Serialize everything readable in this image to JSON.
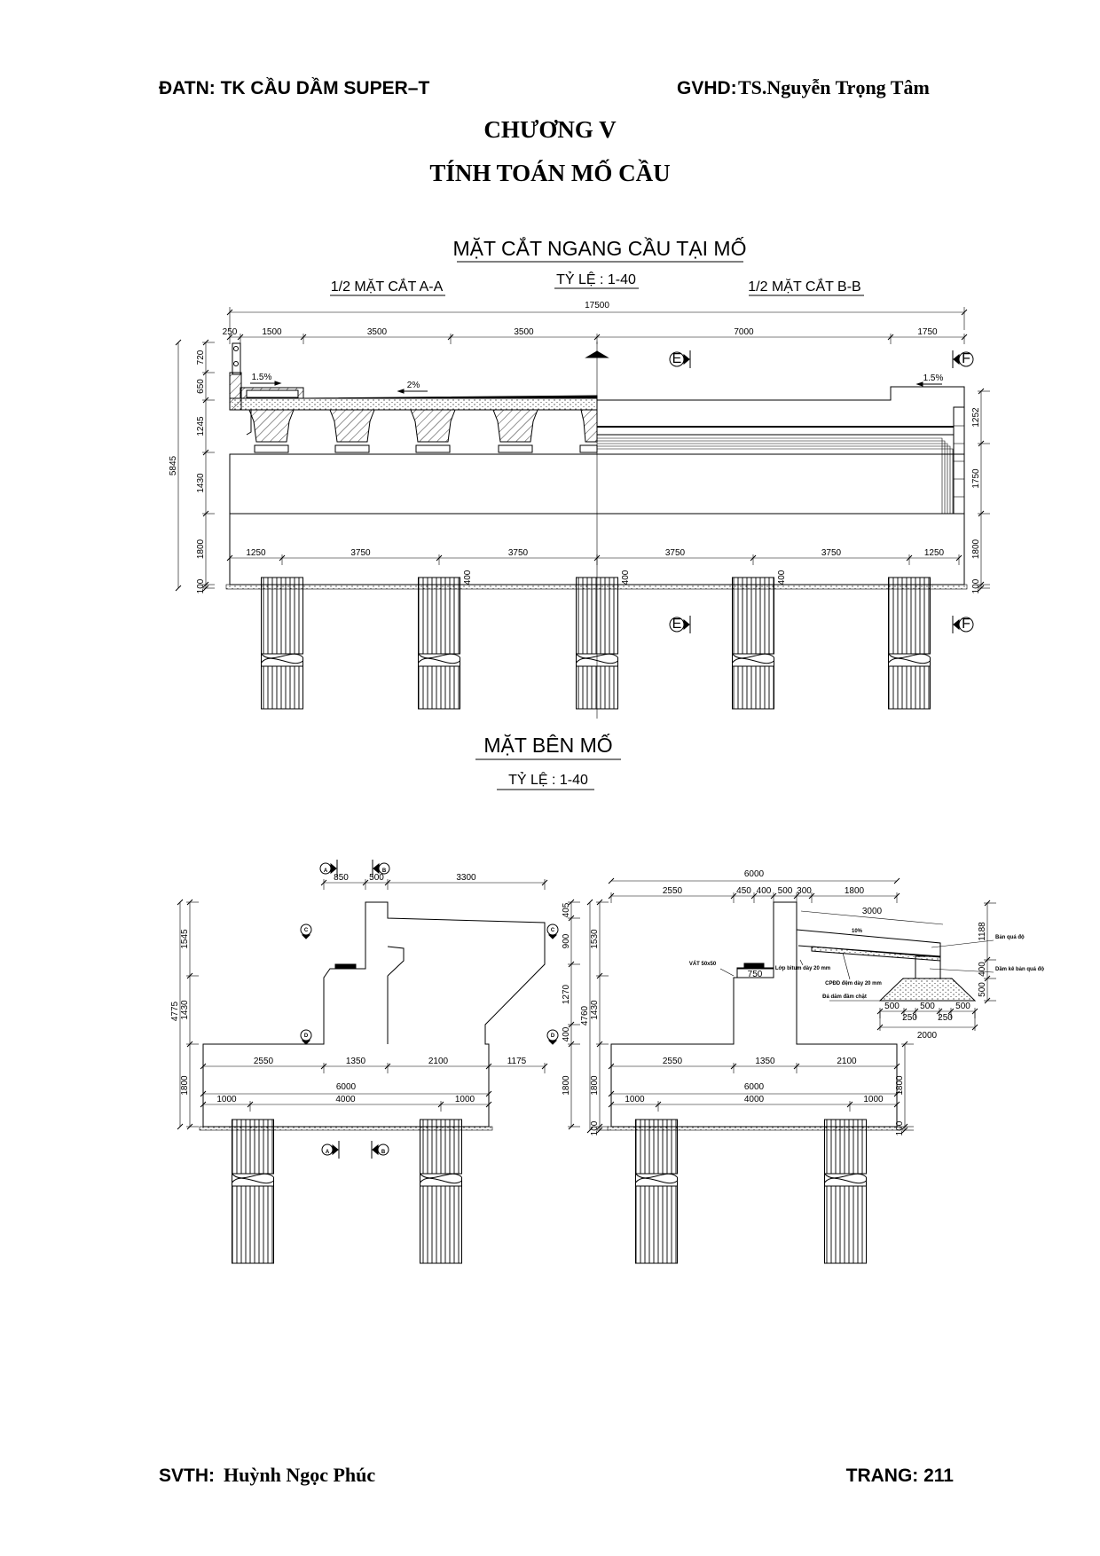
{
  "header": {
    "left": "ĐATN: TK CẦU DẦM SUPER–T",
    "right_label": "GVHD:",
    "right_name": "TS.Nguyễn Trọng Tâm"
  },
  "chapter": {
    "number": "CHƯƠNG V",
    "title": "TÍNH TOÁN MỐ CẦU"
  },
  "cross_section": {
    "title": "MẶT CẮT NGANG CẦU TẠI MỐ",
    "scale": "TỶ LỆ : 1-40",
    "left_label": "1/2 MẶT CẮT A-A",
    "right_label": "1/2 MẶT CẮT B-B",
    "dim_total": "17500",
    "dims_top": [
      "250",
      "1500",
      "3500",
      "3500",
      "7000",
      "1750"
    ],
    "dims_bottom": [
      "1250",
      "3750",
      "3750",
      "3750",
      "3750",
      "1250"
    ],
    "dims_left": [
      "720",
      "650",
      "1245",
      "1430",
      "1800",
      "100"
    ],
    "dim_left_total": "5845",
    "dims_right": [
      "1252",
      "1750",
      "1800",
      "100"
    ],
    "pile_offsets": [
      "400",
      "400",
      "400"
    ],
    "slopes": [
      "1.5%",
      "2%",
      "1.5%"
    ],
    "section_marks": [
      "E",
      "F",
      "E",
      "F"
    ]
  },
  "side_view": {
    "title": "MẶT BÊN MỐ",
    "scale": "TỶ LỆ : 1-40",
    "left": {
      "dims_top": [
        "850",
        "500",
        "3300"
      ],
      "dims_footing": [
        "2550",
        "1350",
        "2100",
        "1175"
      ],
      "dim_footing_total": "6000",
      "dims_piles": [
        "1000",
        "4000",
        "1000"
      ],
      "dims_left": [
        "1545",
        "1430",
        "1800"
      ],
      "dim_left_total": "4775",
      "dims_right": [
        "405",
        "900",
        "1270",
        "400",
        "1800"
      ],
      "marks": [
        "A",
        "B",
        "C",
        "C",
        "D",
        "D",
        "A",
        "B"
      ]
    },
    "right": {
      "dim_total": "6000",
      "dims_top": [
        "2550",
        "450",
        "400",
        "500",
        "300",
        "1800"
      ],
      "dim_slab": "3000",
      "slab_slope": "10%",
      "corbel_width": "750",
      "dims_footing": [
        "2550",
        "1350",
        "2100"
      ],
      "dim_footing_total": "6000",
      "dims_piles": [
        "1000",
        "4000",
        "1000"
      ],
      "dims_left": [
        "1530",
        "1430",
        "1800",
        "100"
      ],
      "dim_left_total": "4760",
      "dims_right_top": [
        "1188",
        "400",
        "500"
      ],
      "dims_right_bottom": [
        "1800",
        "100"
      ],
      "dims_gravel": [
        "500",
        "250",
        "500",
        "250",
        "500"
      ],
      "dim_gravel_total": "2000",
      "notes": {
        "chamfer": "VÁT 50x50",
        "approach_slab": "Bản quá độ",
        "sleeper_beam": "Dầm kê bản quá độ",
        "bitumen": "Lớp bitum dày 20 mm",
        "base": "CPĐD đệm dày 20 mm",
        "crushed_stone": "Đá dăm đầm chặt"
      }
    }
  },
  "footer": {
    "student_label": "SVTH:",
    "student_name": "Huỳnh Ngọc Phúc",
    "page": "TRANG: 211"
  }
}
